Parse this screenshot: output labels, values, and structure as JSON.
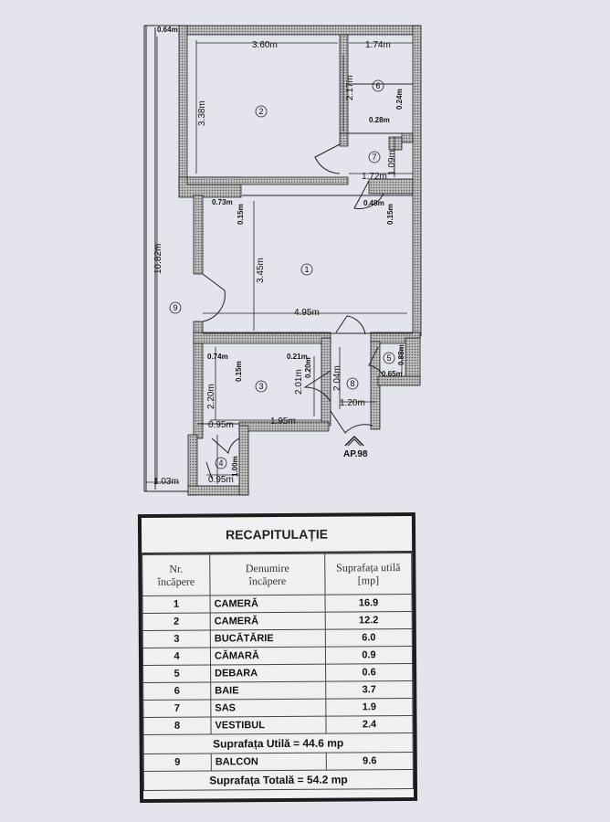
{
  "plan": {
    "dimensions": {
      "d_364m": "0.64m",
      "d_360m": "3.60m",
      "d_174m": "1.74m",
      "d_338m": "3.38m",
      "d_217m": "2.17m",
      "d_024m": "0.24m",
      "d_028m": "0.28m",
      "d_109m": "1.09m",
      "d_172m": "1.72m",
      "d_073m": "0.73m",
      "d_015m_a": "0.15m",
      "d_048m": "0.48m",
      "d_015m_b": "0.15m",
      "d_1082m": "10.82m",
      "d_345m": "3.45m",
      "d_495m": "4.95m",
      "d_074m": "0.74m",
      "d_015m_c": "0.15m",
      "d_021m": "0.21m",
      "d_020m": "0.20m",
      "d_201m": "2.01m",
      "d_204m": "2.04m",
      "d_088m": "0.88m",
      "d_065m": "0.65m",
      "d_120m": "1.20m",
      "d_220m": "2.20m",
      "d_095m_a": "0.95m",
      "d_195m": "1.95m",
      "d_100m": "1.00m",
      "d_095m_b": "0.95m",
      "d_103m": "1.03m"
    },
    "room_numbers": [
      "1",
      "2",
      "3",
      "4",
      "5",
      "6",
      "7",
      "8",
      "9"
    ],
    "entrance_label": "AP.98"
  },
  "recap": {
    "title": "RECAPITULAȚIE",
    "headers": {
      "nr_line1": "Nr.",
      "nr_line2": "încăpere",
      "name_line1": "Denumire",
      "name_line2": "încăpere",
      "area_line1": "Suprafața utilă",
      "area_line2": "[mp]"
    },
    "rows": [
      {
        "nr": "1",
        "name": "CAMERĂ",
        "area": "16.9"
      },
      {
        "nr": "2",
        "name": "CAMERĂ",
        "area": "12.2"
      },
      {
        "nr": "3",
        "name": "BUCĂTĂRIE",
        "area": "6.0"
      },
      {
        "nr": "4",
        "name": "CĂMARĂ",
        "area": "0.9"
      },
      {
        "nr": "5",
        "name": "DEBARA",
        "area": "0.6"
      },
      {
        "nr": "6",
        "name": "BAIE",
        "area": "3.7"
      },
      {
        "nr": "7",
        "name": "SAS",
        "area": "1.9"
      },
      {
        "nr": "8",
        "name": "VESTIBUL",
        "area": "2.4"
      }
    ],
    "useful_total": "Suprafața Utilă = 44.6 mp",
    "balcony": {
      "nr": "9",
      "name": "BALCON",
      "area": "9.6"
    },
    "grand_total": "Suprafața Totală = 54.2 mp"
  }
}
